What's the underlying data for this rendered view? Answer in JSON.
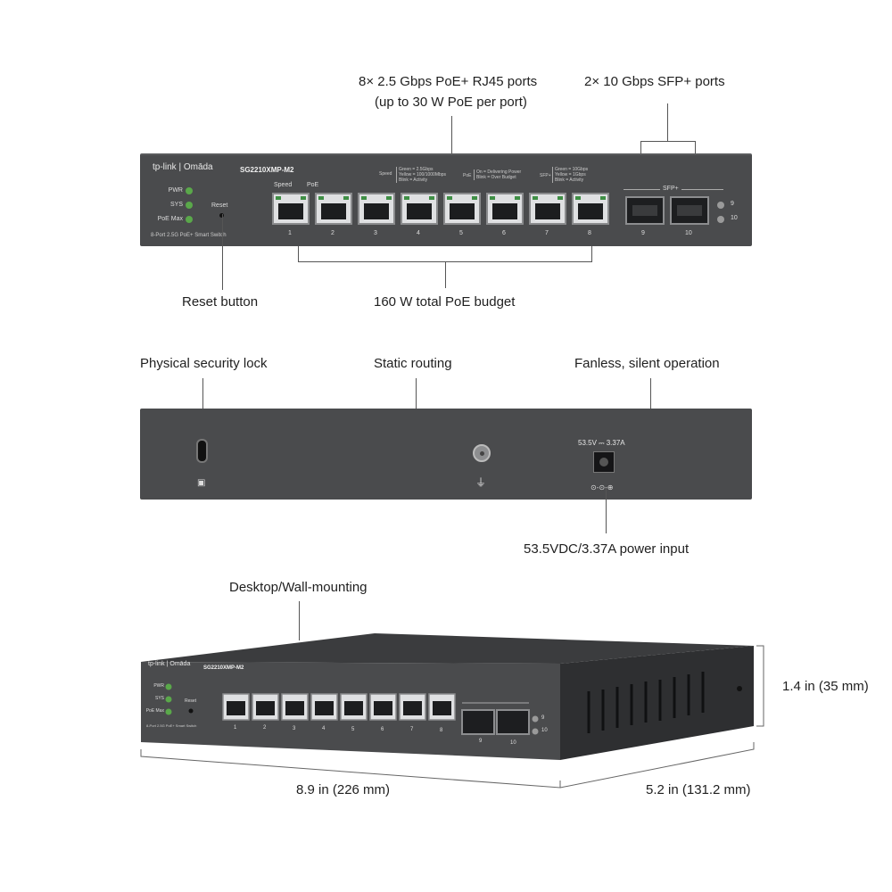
{
  "front": {
    "brand": "tp-link | Omāda",
    "model": "SG2210XMP-M2",
    "subtitle": "8-Port 2.5G PoE+ Smart Switch",
    "led_labels": [
      "PWR",
      "SYS",
      "PoE Max"
    ],
    "reset_label": "Reset",
    "speed_label": "Speed",
    "poe_label": "PoE",
    "legend_speed_tag": "Speed",
    "legend_speed": [
      "Green = 2.5Gbps",
      "Yellow = 100/1000Mbps",
      "Blink = Activity"
    ],
    "legend_poe_tag": "PoE",
    "legend_poe": [
      "On = Delivering Power",
      "Blink = Over Budget"
    ],
    "legend_sfp_tag": "SFP+",
    "legend_sfp": [
      "Green = 10Gbps",
      "Yellow = 1Gbps",
      "Blink = Activity"
    ],
    "sfp_label": "SFP+",
    "port_numbers": [
      "1",
      "2",
      "3",
      "4",
      "5",
      "6",
      "7",
      "8"
    ],
    "sfp_numbers": [
      "9",
      "10"
    ]
  },
  "annotations": {
    "rj45": "8× 2.5 Gbps PoE+ RJ45 ports",
    "rj45_sub": "(up to 30 W PoE per port)",
    "sfp": "2× 10 Gbps SFP+ ports",
    "reset": "Reset button",
    "budget": "160 W total PoE budget",
    "lock": "Physical security lock",
    "routing": "Static routing",
    "fanless": "Fanless, silent operation",
    "power": "53.5VDC/3.37A power input",
    "mounting": "Desktop/Wall-mounting",
    "height": "1.4 in (35 mm)",
    "width": "8.9 in (226 mm)",
    "depth": "5.2 in (131.2 mm)"
  },
  "rear": {
    "power_rating": "53.5V ⎓ 3.37A"
  },
  "colors": {
    "chassis": "#4a4b4d",
    "chassis_dark": "#2f3032",
    "led": "#5aa84a",
    "port_green": "#3f8f45"
  }
}
